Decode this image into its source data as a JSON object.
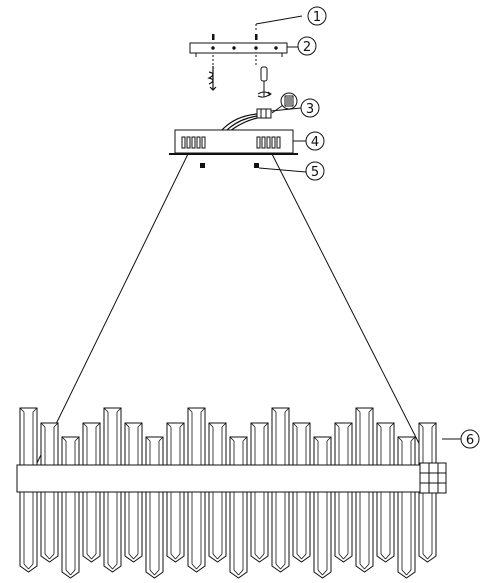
{
  "diagram": {
    "callouts": [
      {
        "num": "1",
        "part": "screw"
      },
      {
        "num": "2",
        "part": "mounting-bracket"
      },
      {
        "num": "3",
        "part": "wire-connector"
      },
      {
        "num": "4",
        "part": "canopy"
      },
      {
        "num": "5",
        "part": "canopy-screw"
      },
      {
        "num": "6",
        "part": "crystal-prism"
      }
    ],
    "colors": {
      "line": "#111111",
      "background": "#ffffff"
    }
  }
}
